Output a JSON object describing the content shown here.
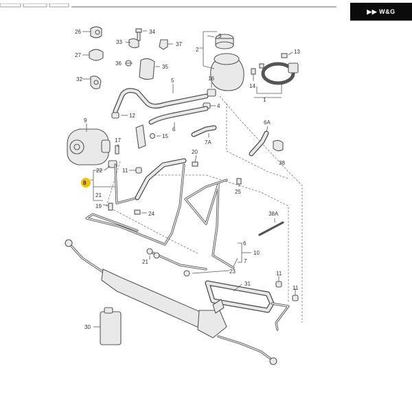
{
  "brand": {
    "text": "W&G",
    "mark": "▶▶"
  },
  "labels": {
    "p1": "1",
    "p2": "2",
    "p3": "3",
    "p4": "4",
    "p5": "5",
    "p6": "6",
    "p6a": "6A",
    "p6b": "6",
    "p7": "7",
    "p7a": "7A",
    "p8": "8",
    "p9": "9",
    "p10": "10",
    "p11a": "11",
    "p11b": "11",
    "p11c": "11",
    "p12": "12",
    "p13": "13",
    "p14": "14",
    "p15": "15",
    "p16": "16",
    "p17": "17",
    "p19": "19",
    "p20": "20",
    "p21a": "21",
    "p21b": "21",
    "p22": "22",
    "p23": "23",
    "p24": "24",
    "p25": "25",
    "p26": "26",
    "p27": "27",
    "p30": "30",
    "p31": "31",
    "p32": "32",
    "p33": "33",
    "p34": "34",
    "p35": "35",
    "p36": "36",
    "p37": "37",
    "p38": "38",
    "p38a": "38A"
  },
  "colors": {
    "highlight": "#f2c200",
    "brand_bg": "#0b0b0b"
  }
}
